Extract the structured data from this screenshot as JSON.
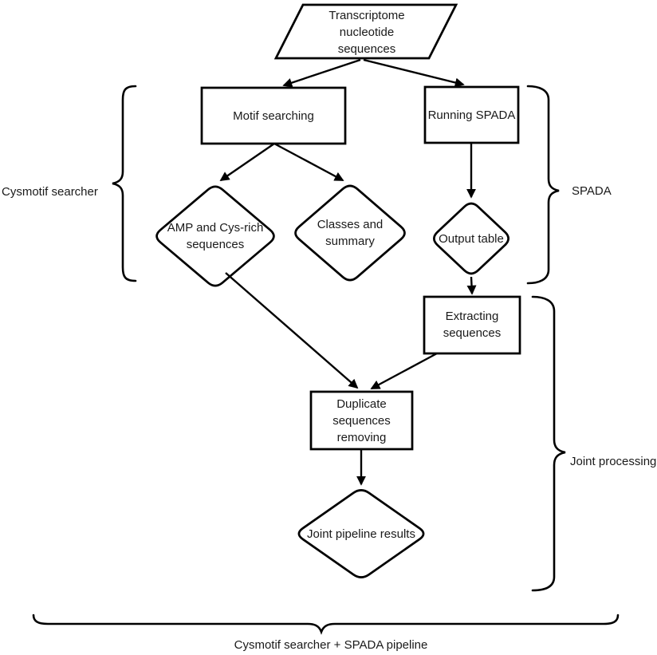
{
  "diagram": {
    "nodes": {
      "transcriptome": {
        "label": "Transcriptome nucleotide sequences",
        "shape": "parallelogram"
      },
      "motif_searching": {
        "label": "Motif searching",
        "shape": "rect"
      },
      "running_spada": {
        "label": "Running SPADA",
        "shape": "rect"
      },
      "amp_cys_rich": {
        "label": "AMP and Cys-rich sequences",
        "shape": "diamond"
      },
      "classes_summary": {
        "label": "Classes and summary",
        "shape": "diamond"
      },
      "output_table": {
        "label": "Output table",
        "shape": "diamond"
      },
      "extracting_sequences": {
        "label": "Extracting sequences",
        "shape": "rect"
      },
      "duplicate_removing": {
        "label": "Duplicate sequences removing",
        "shape": "rect"
      },
      "joint_results": {
        "label": "Joint pipeline results",
        "shape": "diamond"
      }
    },
    "groups": {
      "cysmotif_searcher": {
        "label": "Cysmotif searcher"
      },
      "spada": {
        "label": "SPADA"
      },
      "joint_processing": {
        "label": "Joint processing"
      },
      "full_pipeline": {
        "label": "Cysmotif searcher + SPADA pipeline"
      }
    },
    "edges": [
      {
        "from": "transcriptome",
        "to": "motif_searching"
      },
      {
        "from": "transcriptome",
        "to": "running_spada"
      },
      {
        "from": "motif_searching",
        "to": "amp_cys_rich"
      },
      {
        "from": "motif_searching",
        "to": "classes_summary"
      },
      {
        "from": "running_spada",
        "to": "output_table"
      },
      {
        "from": "output_table",
        "to": "extracting_sequences"
      },
      {
        "from": "amp_cys_rich",
        "to": "duplicate_removing"
      },
      {
        "from": "extracting_sequences",
        "to": "duplicate_removing"
      },
      {
        "from": "duplicate_removing",
        "to": "joint_results"
      }
    ],
    "colors": {
      "stroke": "#000000",
      "text": "#1a1a1a",
      "background": "#ffffff"
    }
  }
}
